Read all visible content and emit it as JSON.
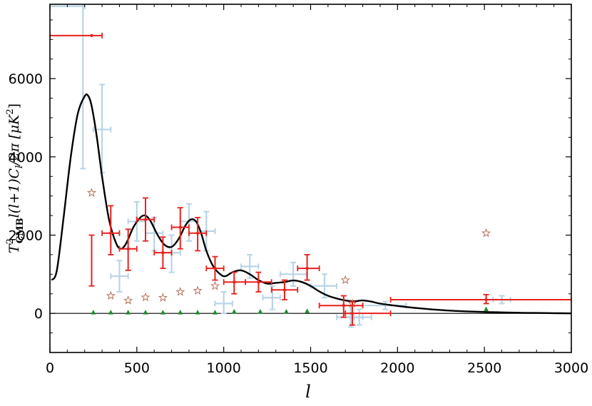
{
  "chart_data": {
    "type": "scatter",
    "title": "",
    "xlabel": "l",
    "ylabel": "T²CMB l(l+1)Cl/2π [μK²]",
    "ylabel_parts": {
      "t": "T",
      "sup": "2",
      "sub": "CMB",
      "body": "l(l+1)C",
      "body_sub": "l",
      "rest": "/2π [μK",
      "unit_sup": "2",
      "close": "]"
    },
    "xlim": [
      0,
      3000
    ],
    "ylim": [
      -1000,
      7900
    ],
    "x_ticks": [
      0,
      500,
      1000,
      1500,
      2000,
      2500,
      3000
    ],
    "x_tick_labels": [
      "0",
      "500",
      "1000",
      "1500",
      "2000",
      "2500",
      "3000"
    ],
    "y_ticks": [
      0,
      2000,
      4000,
      6000
    ],
    "y_tick_labels": [
      "0",
      "2000",
      "4000",
      "6000"
    ],
    "grid": false,
    "legend": "none",
    "colors": {
      "model": "#000000",
      "red_series": "#e8211c",
      "blue_series": "#b8d4e6",
      "stars": "#b5705a",
      "triangles": "#1e8c2e"
    },
    "zero_line": 0,
    "model_curve": {
      "x": [
        10,
        40,
        80,
        120,
        160,
        200,
        220,
        240,
        270,
        300,
        340,
        380,
        410,
        440,
        480,
        520,
        550,
        580,
        620,
        660,
        700,
        740,
        780,
        810,
        840,
        870,
        900,
        940,
        980,
        1010,
        1050,
        1100,
        1150,
        1200,
        1250,
        1300,
        1350,
        1400,
        1450,
        1500,
        1550,
        1600,
        1650,
        1700,
        1750,
        1800,
        1850,
        1900,
        2000,
        2100,
        2200,
        2300,
        2400,
        2500,
        2600,
        2700,
        2800,
        2900,
        3000
      ],
      "y": [
        850,
        1100,
        2500,
        4000,
        5100,
        5550,
        5560,
        5300,
        4500,
        3500,
        2400,
        1800,
        1650,
        1800,
        2200,
        2450,
        2500,
        2350,
        2000,
        1750,
        1700,
        1900,
        2250,
        2400,
        2350,
        2050,
        1600,
        1200,
        1000,
        950,
        1050,
        1100,
        1000,
        850,
        760,
        780,
        800,
        840,
        800,
        700,
        560,
        450,
        380,
        330,
        310,
        330,
        300,
        250,
        190,
        140,
        100,
        70,
        50,
        35,
        25,
        15,
        10,
        5,
        0
      ]
    },
    "series": [
      {
        "marker": "cross-red",
        "points": [
          {
            "x": 240,
            "y": 7100,
            "xerr": [
              0,
              300
            ],
            "yerr": [
              2000,
              700
            ]
          },
          {
            "x": 350,
            "y": 2050,
            "xerr": [
              300,
              400
            ],
            "yerr": [
              1500,
              2750
            ]
          },
          {
            "x": 450,
            "y": 1650,
            "xerr": [
              400,
              500
            ],
            "yerr": [
              1100,
              2150
            ]
          },
          {
            "x": 550,
            "y": 2400,
            "xerr": [
              500,
              600
            ],
            "yerr": [
              1850,
              2950
            ]
          },
          {
            "x": 650,
            "y": 1550,
            "xerr": [
              600,
              700
            ],
            "yerr": [
              1150,
              1950
            ]
          },
          {
            "x": 750,
            "y": 2200,
            "xerr": [
              700,
              800
            ],
            "yerr": [
              1650,
              2700
            ]
          },
          {
            "x": 850,
            "y": 2050,
            "xerr": [
              800,
              900
            ],
            "yerr": [
              1600,
              2450
            ]
          },
          {
            "x": 950,
            "y": 1150,
            "xerr": [
              900,
              1000
            ],
            "yerr": [
              850,
              1450
            ]
          },
          {
            "x": 1060,
            "y": 800,
            "xerr": [
              1000,
              1125
            ],
            "yerr": [
              500,
              1050
            ]
          },
          {
            "x": 1200,
            "y": 800,
            "xerr": [
              1125,
              1275
            ],
            "yerr": [
              550,
              1050
            ]
          },
          {
            "x": 1350,
            "y": 600,
            "xerr": [
              1275,
              1425
            ],
            "yerr": [
              350,
              850
            ]
          },
          {
            "x": 1480,
            "y": 1150,
            "xerr": [
              1425,
              1550
            ],
            "yerr": [
              850,
              1500
            ]
          },
          {
            "x": 1690,
            "y": 200,
            "xerr": [
              1550,
              1800
            ],
            "yerr": [
              -100,
              450
            ]
          },
          {
            "x": 1740,
            "y": 0,
            "xerr": [
              1700,
              1960
            ],
            "yerr": [
              -300,
              300
            ]
          },
          {
            "x": 2510,
            "y": 350,
            "xerr": [
              1960,
              3000
            ],
            "yerr": [
              250,
              480
            ]
          }
        ]
      },
      {
        "marker": "cross-blue",
        "points": [
          {
            "x": 190,
            "y": 7850,
            "xerr": [
              0,
              200
            ],
            "yerr": [
              3700,
              8100
            ]
          },
          {
            "x": 300,
            "y": 4700,
            "xerr": [
              250,
              350
            ],
            "yerr": [
              3600,
              5850
            ]
          },
          {
            "x": 400,
            "y": 950,
            "xerr": [
              350,
              450
            ],
            "yerr": [
              550,
              1350
            ]
          },
          {
            "x": 500,
            "y": 2350,
            "xerr": [
              450,
              550
            ],
            "yerr": [
              1850,
              2850
            ]
          },
          {
            "x": 600,
            "y": 2050,
            "xerr": [
              550,
              650
            ],
            "yerr": [
              1600,
              2450
            ]
          },
          {
            "x": 700,
            "y": 1550,
            "xerr": [
              650,
              750
            ],
            "yerr": [
              1050,
              2000
            ]
          },
          {
            "x": 800,
            "y": 2350,
            "xerr": [
              750,
              850
            ],
            "yerr": [
              1850,
              2800
            ]
          },
          {
            "x": 900,
            "y": 2100,
            "xerr": [
              850,
              950
            ],
            "yerr": [
              1600,
              2600
            ]
          },
          {
            "x": 1000,
            "y": 250,
            "xerr": [
              950,
              1050
            ],
            "yerr": [
              0,
              550
            ]
          },
          {
            "x": 1150,
            "y": 1200,
            "xerr": [
              1100,
              1200
            ],
            "yerr": [
              900,
              1500
            ]
          },
          {
            "x": 1280,
            "y": 400,
            "xerr": [
              1225,
              1325
            ],
            "yerr": [
              100,
              700
            ]
          },
          {
            "x": 1400,
            "y": 1000,
            "xerr": [
              1325,
              1475
            ],
            "yerr": [
              700,
              1300
            ]
          },
          {
            "x": 1580,
            "y": 700,
            "xerr": [
              1500,
              1650
            ],
            "yerr": [
              400,
              1000
            ]
          },
          {
            "x": 1730,
            "y": -100,
            "xerr": [
              1650,
              1800
            ],
            "yerr": [
              -350,
              200
            ]
          },
          {
            "x": 1780,
            "y": -100,
            "xerr": [
              1750,
              1850
            ],
            "yerr": [
              -300,
              100
            ]
          },
          {
            "x": 1930,
            "y": 200,
            "xerr": [
              1800,
              2050
            ],
            "yerr": [
              100,
              300
            ]
          },
          {
            "x": 2600,
            "y": 350,
            "xerr": [
              2550,
              2650
            ],
            "yerr": [
              250,
              450
            ]
          }
        ]
      },
      {
        "marker": "star",
        "points": [
          {
            "x": 240,
            "y": 3080
          },
          {
            "x": 350,
            "y": 450
          },
          {
            "x": 450,
            "y": 330
          },
          {
            "x": 550,
            "y": 410
          },
          {
            "x": 650,
            "y": 400
          },
          {
            "x": 750,
            "y": 550
          },
          {
            "x": 850,
            "y": 580
          },
          {
            "x": 950,
            "y": 700
          },
          {
            "x": 1700,
            "y": 850
          },
          {
            "x": 1740,
            "y": 250
          },
          {
            "x": 2510,
            "y": 2050
          }
        ]
      },
      {
        "marker": "triangle",
        "points": [
          {
            "x": 250,
            "y": 20
          },
          {
            "x": 350,
            "y": 20
          },
          {
            "x": 450,
            "y": 20
          },
          {
            "x": 550,
            "y": 20
          },
          {
            "x": 650,
            "y": 20
          },
          {
            "x": 750,
            "y": 20
          },
          {
            "x": 850,
            "y": 20
          },
          {
            "x": 950,
            "y": 20
          },
          {
            "x": 1060,
            "y": 40
          },
          {
            "x": 1210,
            "y": 40
          },
          {
            "x": 1360,
            "y": 40
          },
          {
            "x": 1480,
            "y": 50
          },
          {
            "x": 2510,
            "y": 100
          }
        ]
      }
    ]
  }
}
